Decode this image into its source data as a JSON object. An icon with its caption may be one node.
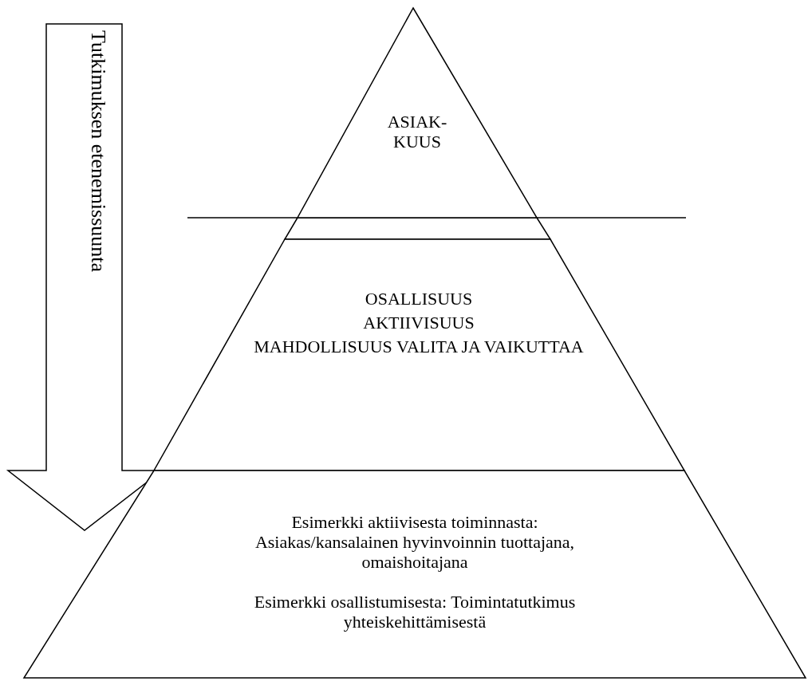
{
  "diagram": {
    "nodes": [
      {
        "text": [
          "Tutkimuksen etenemissuunta"
        ]
      },
      {
        "text": [
          "ASIAK- KUUS"
        ]
      },
      {
        "text": [
          "OSALLISUUS",
          "AKTIIVISUUS",
          "MAHDOLLISUUS VALITA JA VAIKUTTAA"
        ]
      },
      {
        "text": [
          "Esimerkki aktiivisesta toiminnasta: Asiakas/kansalainen hyvinvoinnin tuottajana, omaishoitajana",
          "Esimerkki osallistumisesta: Toimintatutkimus yhteiskehittämisestä"
        ]
      }
    ],
    "edges": []
  }
}
